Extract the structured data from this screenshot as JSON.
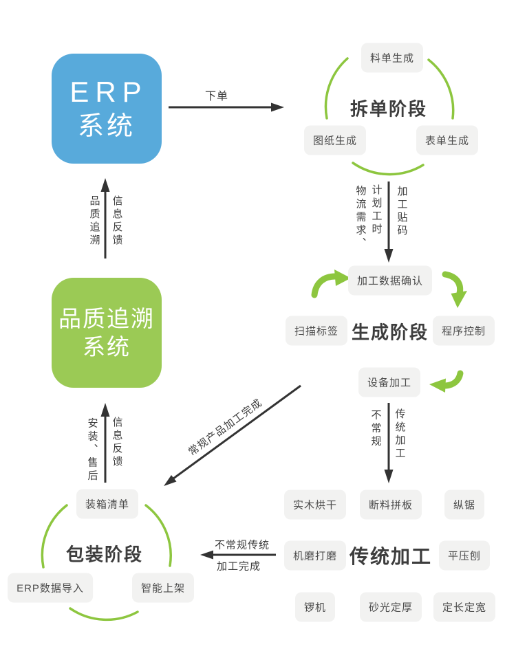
{
  "colors": {
    "erp_blue": "#58aadb",
    "quality_green": "#9bca55",
    "arc_green": "#8dc63f",
    "arrow_dark": "#333333",
    "node_bg": "#f2f2f1",
    "text_dark": "#3c3c3c"
  },
  "systems": {
    "erp": {
      "line1": "ERP",
      "line2": "系统"
    },
    "quality": {
      "line1": "品质追溯",
      "line2": "系统"
    }
  },
  "split_stage": {
    "title": "拆单阶段",
    "items": [
      "料单生成",
      "图纸生成",
      "表单生成"
    ]
  },
  "generate_stage": {
    "title": "生成阶段",
    "items": [
      "加工数据确认",
      "扫描标签",
      "程序控制",
      "设备加工"
    ]
  },
  "traditional_stage": {
    "title": "传统加工",
    "items": [
      "实木烘干",
      "断料拼板",
      "纵锯",
      "机磨打磨",
      "平压刨",
      "锣机",
      "砂光定厚",
      "定长定宽"
    ]
  },
  "packing_stage": {
    "title": "包装阶段",
    "items": [
      "装箱清单",
      "ERP数据导入",
      "智能上架"
    ]
  },
  "edges": {
    "order": "下单",
    "logistics_demand": "物流需求、",
    "plan_hours": "计划工时",
    "process_code": "加工贴码",
    "quality_trace": "品质追溯",
    "info_feedback_top": "信息反馈",
    "unconventional": "不常规",
    "traditional_processing": "传统加工",
    "regular_done": "常规产品加工完成",
    "unconventional_done_line1": "不常规传统",
    "unconventional_done_line2": "加工完成",
    "install_after_sale": "安装、售后",
    "info_feedback_bottom": "信息反馈"
  }
}
